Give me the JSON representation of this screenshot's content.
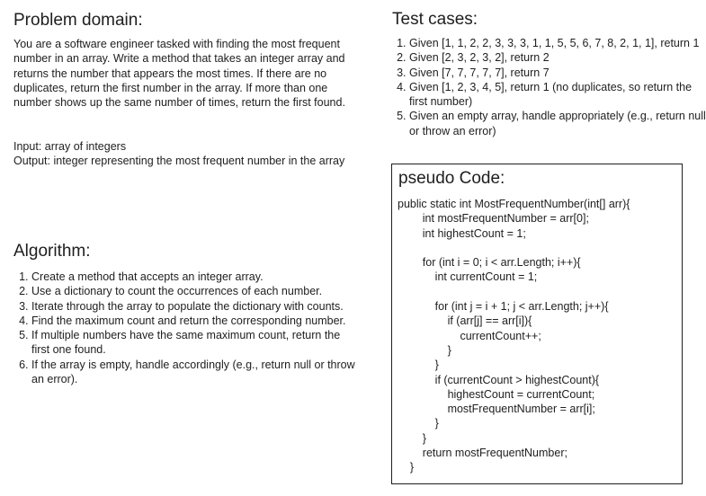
{
  "problem": {
    "heading": "Problem domain:",
    "description": "You are a software engineer tasked with finding the most frequent number in an array. Write a method that takes an integer array and returns the number that appears the most times. If there are no duplicates, return the first number in the array. If more than one number shows up the same number of times, return the first found.",
    "input": "Input: array of integers",
    "output": "Output: integer representing the most frequent number in the array"
  },
  "algorithm": {
    "heading": "Algorithm:",
    "steps": [
      "Create a method that accepts an integer array.",
      "Use a dictionary to count the occurrences of each number.",
      "Iterate through the array to populate the dictionary with counts.",
      "Find the maximum count and return the corresponding number.",
      "If multiple numbers have the same maximum count, return the first one found.",
      "If the array is empty, handle accordingly (e.g., return null or throw an error)."
    ]
  },
  "tests": {
    "heading": "Test cases:",
    "items": [
      "Given [1, 1, 2, 2, 3, 3, 3, 1, 1, 5, 5, 6, 7, 8, 2, 1, 1], return 1",
      "Given [2, 3, 2, 3, 2], return 2",
      "Given [7, 7, 7, 7, 7], return 7",
      "Given [1, 2, 3, 4, 5], return 1 (no duplicates, so return the first number)",
      "Given an empty array, handle appropriately (e.g., return null or throw an error)"
    ]
  },
  "pseudo": {
    "heading": "pseudo Code:",
    "lines": [
      "public static int MostFrequentNumber(int[] arr){",
      "        int mostFrequentNumber = arr[0];",
      "        int highestCount = 1;",
      "",
      "        for (int i = 0; i < arr.Length; i++){",
      "            int currentCount = 1;",
      "",
      "            for (int j = i + 1; j < arr.Length; j++){",
      "                if (arr[j] == arr[i]){",
      "                    currentCount++;",
      "                }",
      "            }",
      "            if (currentCount > highestCount){",
      "                highestCount = currentCount;",
      "                mostFrequentNumber = arr[i];",
      "            }",
      "        }",
      "        return mostFrequentNumber;",
      "    }"
    ]
  }
}
